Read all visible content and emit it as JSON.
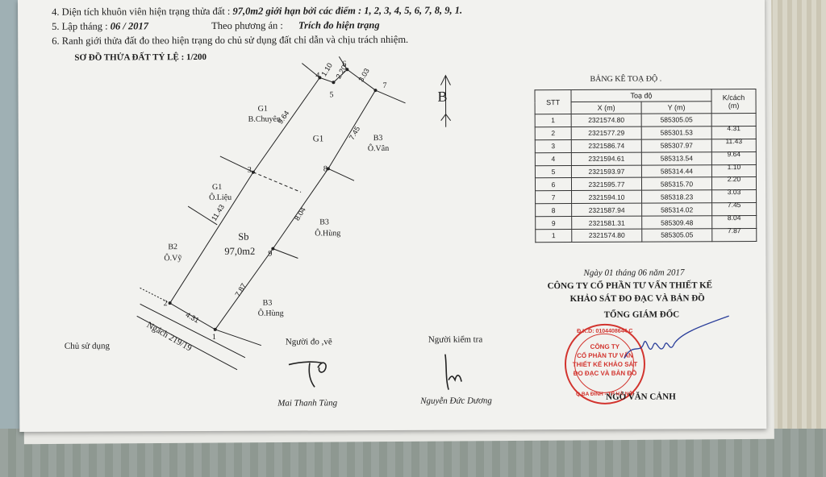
{
  "header": {
    "line4_label": "4. Diện tích khuôn viên hiện trạng thửa đất :",
    "line4_value": "97,0m2 giới hạn bởi các điểm : 1, 2, 3, 4, 5, 6, 7, 8, 9, 1.",
    "line5_label": "5. Lập tháng :",
    "line5_value": "06 / 2017",
    "line5_plan_label": "Theo phương án :",
    "line5_plan_value": "Trích đo hiện trạng",
    "line6": "6. Ranh giới thửa đất đo theo hiện trạng do chủ sử dụng đất chỉ dẫn và chịu trách nhiệm."
  },
  "diagram": {
    "title": "SƠ ĐỒ THỬA ĐẤT TỶ LỆ : 1/200",
    "north": "B",
    "parcel_code": "Sb",
    "parcel_area": "97,0m2",
    "road": "Ngách 219/19",
    "points": [
      "1",
      "2",
      "3",
      "4",
      "5",
      "6",
      "7",
      "8",
      "9"
    ],
    "edges": {
      "e12": "4.31",
      "e23": "11.43",
      "e34": "9.64",
      "e45": "1.10",
      "e56": "2.20",
      "e67": "3.03",
      "e78": "7.45",
      "e89": "8.04",
      "e91": "7.87"
    },
    "neighbors": {
      "n1_code": "G1",
      "n1_name": "B.Chuyên",
      "n2_code": "G1",
      "n3_code": "B3",
      "n3_name": "Ô.Vân",
      "n4_code": "G1",
      "n4_name": "Ô.Liệu",
      "n5_code": "B3",
      "n5_name": "Ô.Hùng",
      "n6_code": "B2",
      "n6_name": "Ô.Vỹ",
      "n7_code": "B3",
      "n7_name": "Ô.Hùng"
    }
  },
  "coord_table": {
    "title": "BẢNG KÊ TOẠ ĐỘ .",
    "col_stt": "STT",
    "col_coord": "Toạ độ",
    "col_x": "X (m)",
    "col_y": "Y (m)",
    "col_dist_1": "K/cách",
    "col_dist_2": "(m)",
    "rows": [
      {
        "stt": "1",
        "x": "2321574.80",
        "y": "585305.05"
      },
      {
        "stt": "2",
        "x": "2321577.29",
        "y": "585301.53"
      },
      {
        "stt": "3",
        "x": "2321586.74",
        "y": "585307.97"
      },
      {
        "stt": "4",
        "x": "2321594.61",
        "y": "585313.54"
      },
      {
        "stt": "5",
        "x": "2321593.97",
        "y": "585314.44"
      },
      {
        "stt": "6",
        "x": "2321595.77",
        "y": "585315.70"
      },
      {
        "stt": "7",
        "x": "2321594.10",
        "y": "585318.23"
      },
      {
        "stt": "8",
        "x": "2321587.94",
        "y": "585314.02"
      },
      {
        "stt": "9",
        "x": "2321581.31",
        "y": "585309.48"
      },
      {
        "stt": "1",
        "x": "2321574.80",
        "y": "585305.05"
      }
    ],
    "distances": [
      "4.31",
      "11.43",
      "9.64",
      "1.10",
      "2.20",
      "3.03",
      "7.45",
      "8.04",
      "7.87"
    ]
  },
  "company": {
    "date_line": "Ngày  01  tháng  06  năm 2017",
    "name_1": "CÔNG TY CỔ PHẦN TƯ VẤN THIẾT KẾ",
    "name_2": "KHẢO SÁT ĐO ĐẠC VÀ BẢN ĐỒ",
    "role": "TỔNG GIÁM ĐỐC",
    "director": "NGÔ VĂN CẢNH"
  },
  "signatures": {
    "owner_label": "Chủ sử dụng",
    "surveyor_label": "Người đo ,vẽ",
    "surveyor_name": "Mai Thanh Tùng",
    "checker_label": "Người kiểm tra",
    "checker_name": "Nguyễn Đức Dương"
  },
  "stamp": {
    "top": "Đ.K.D: 0104408644 C",
    "l1": "CÔNG TY",
    "l2": "CỔ PHẦN TƯ VẤN",
    "l3": "THIẾT KẾ KHẢO SÁT",
    "l4": "ĐO ĐẠC VÀ BẢN ĐỒ",
    "bottom": "Q.BA ĐÌNH - TP HÀ NỘI"
  },
  "colors": {
    "stamp": "#d2342e",
    "ink": "#1c1c1c",
    "signature": "#2a3e9a"
  }
}
